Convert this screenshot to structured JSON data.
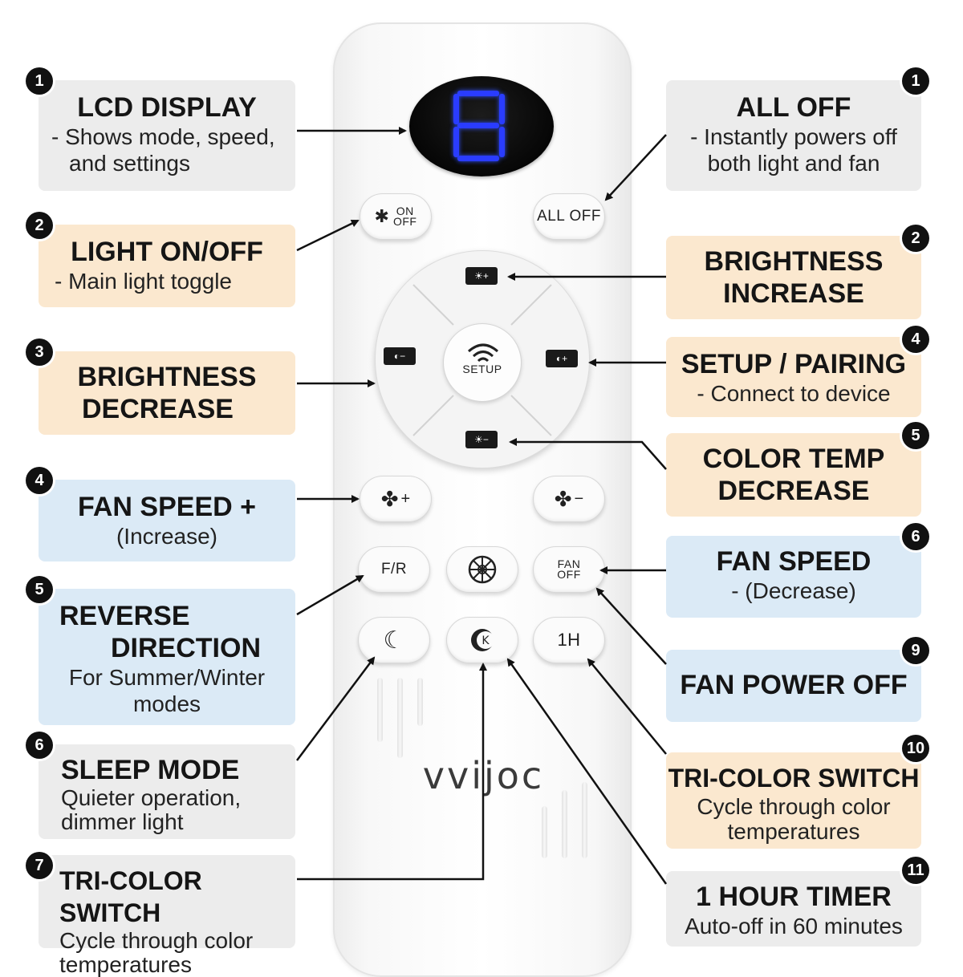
{
  "remote": {
    "brand": "vvijoc",
    "buttons": {
      "on_off_line1": "ON",
      "on_off_line2": "OFF",
      "all_off": "ALL OFF",
      "setup": "SETUP",
      "fan_rev": "F/R",
      "fan_off_line1": "FAN",
      "fan_off_line2": "OFF",
      "timer": "1H",
      "fan_plus_sign": "+",
      "fan_minus_sign": "−"
    }
  },
  "callouts": {
    "left": [
      {
        "num": "1",
        "title": "LCD DISPLAY",
        "lines": [
          "- Shows mode, speed,",
          "and settings"
        ]
      },
      {
        "num": "2",
        "title": "LIGHT ON/OFF",
        "lines": [
          "- Main light toggle"
        ]
      },
      {
        "num": "3",
        "title_lines": [
          "BRIGHTNESS",
          "DECREASE"
        ]
      },
      {
        "num": "4",
        "title": "FAN SPEED +",
        "lines": [
          "(Increase)"
        ]
      },
      {
        "num": "5",
        "title_lines": [
          "REVERSE",
          "DIRECTION"
        ],
        "lines": [
          "For Summer/Winter",
          "modes"
        ]
      },
      {
        "num": "6",
        "title": "SLEEP MODE",
        "lines": [
          "Quieter operation,",
          "dimmer light"
        ]
      },
      {
        "num": "7",
        "title": "TRI-COLOR SWITCH",
        "lines": [
          "Cycle through color",
          "temperatures"
        ]
      }
    ],
    "right": [
      {
        "num": "1",
        "title": "ALL OFF",
        "lines": [
          "- Instantly powers off",
          "both light and fan"
        ]
      },
      {
        "num": "2",
        "title_lines": [
          "BRIGHTNESS",
          "INCREASE"
        ]
      },
      {
        "num": "4",
        "title": "SETUP / PAIRING",
        "lines": [
          "- Connect to device"
        ]
      },
      {
        "num": "5",
        "title_lines": [
          "COLOR TEMP",
          "DECREASE"
        ]
      },
      {
        "num": "6",
        "title": "FAN SPEED",
        "lines": [
          "- (Decrease)"
        ]
      },
      {
        "num": "9",
        "title": "FAN POWER OFF"
      },
      {
        "num": "10",
        "title": "TRI-COLOR SWITCH",
        "lines": [
          "Cycle through color",
          "temperatures"
        ]
      },
      {
        "num": "11",
        "title": "1 HOUR TIMER",
        "lines": [
          "Auto-off in 60 minutes"
        ]
      }
    ]
  }
}
